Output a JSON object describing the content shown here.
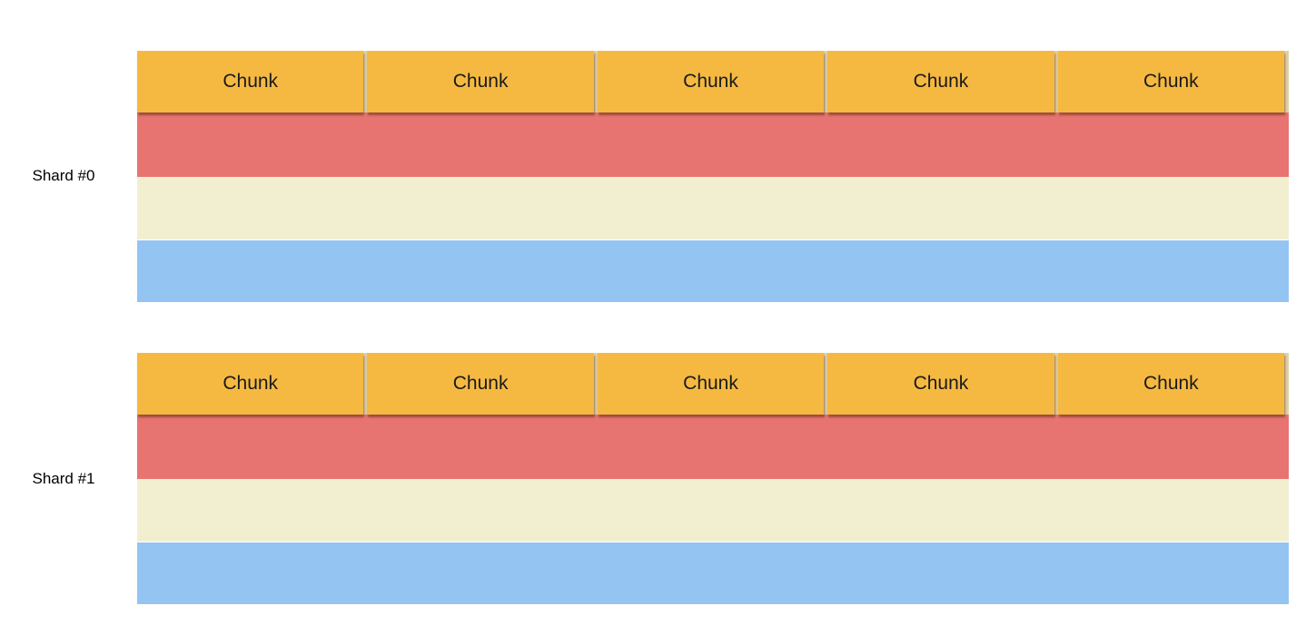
{
  "colors": {
    "background": "#FFFFFF",
    "chunk_fill": "#F5B942",
    "chunk_gap": "#DFD2A6",
    "chunk_text": "#1A1A1A",
    "band_salmon": "#E77471",
    "band_cream": "#F2EFD1",
    "band_blue": "#94C4F2",
    "label_text": "#000000"
  },
  "shards": [
    {
      "label": "Shard #0",
      "chunks": [
        "Chunk",
        "Chunk",
        "Chunk",
        "Chunk",
        "Chunk"
      ],
      "bands": [
        {
          "name": "salmon-band",
          "color": "#E77471"
        },
        {
          "name": "cream-band",
          "color": "#F2EFD1"
        },
        {
          "name": "blue-band",
          "color": "#94C4F2"
        }
      ]
    },
    {
      "label": "Shard #1",
      "chunks": [
        "Chunk",
        "Chunk",
        "Chunk",
        "Chunk",
        "Chunk"
      ],
      "bands": [
        {
          "name": "salmon-band",
          "color": "#E77471"
        },
        {
          "name": "cream-band",
          "color": "#F2EFD1"
        },
        {
          "name": "blue-band",
          "color": "#94C4F2"
        }
      ]
    }
  ]
}
